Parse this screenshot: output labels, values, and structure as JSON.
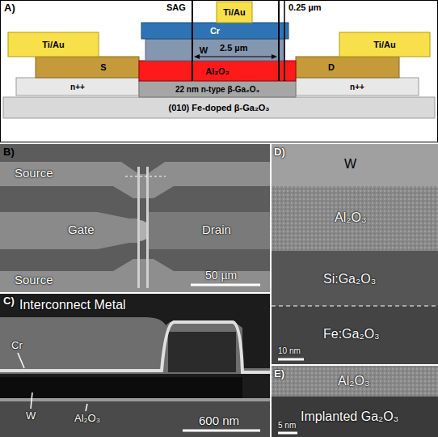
{
  "diagram": {
    "nodes": [
      {
        "text": [
          "Ti/Au"
        ]
      },
      {
        "text": [
          "S"
        ]
      },
      {
        "text": [
          "n++"
        ]
      },
      {
        "text": [
          "Ti/Au"
        ]
      },
      {
        "text": [
          "Cr"
        ]
      },
      {
        "text": [
          "W"
        ]
      },
      {
        "text": [
          "Al₂O₃"
        ]
      },
      {
        "text": [
          "22 nm n-type β-Ga₂O₃"
        ]
      },
      {
        "text": [
          "D"
        ]
      },
      {
        "text": [
          "n++"
        ]
      },
      {
        "text": [
          "Ti/Au"
        ]
      },
      {
        "text": [
          "(010) Fe-doped β-Ga₂O₃"
        ]
      }
    ],
    "labels": [
      "A)",
      "SAG",
      "0.25 µm",
      "2.5 µm",
      "B)",
      "Source",
      "Gate",
      "Drain",
      "Source",
      "50 µm",
      "C)",
      "Interconnect Metal",
      "Cr",
      "W",
      "Al₂O₃",
      "600 nm",
      "D)",
      "W",
      "Al₂O₃",
      "Si:Ga₂O₃",
      "Fe:Ga₂O₃",
      "10 nm",
      "E)",
      "Al₂O₃",
      "Implanted Ga₂O₃",
      "5 nm"
    ]
  }
}
